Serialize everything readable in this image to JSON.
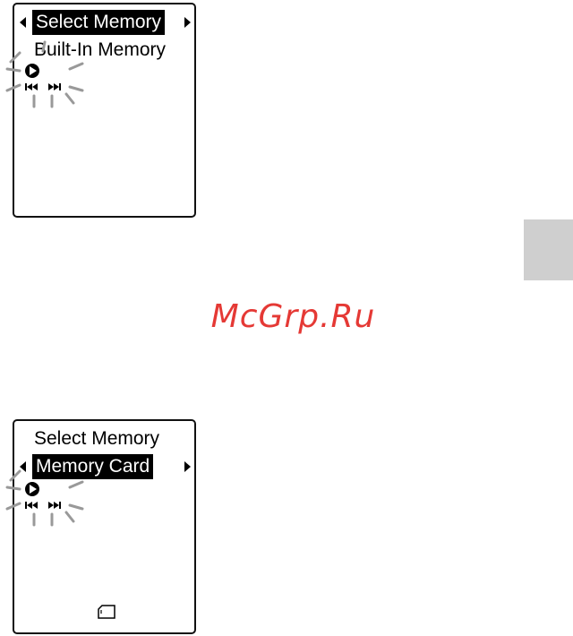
{
  "screen1": {
    "title": "Select Memory",
    "option": "Built-In Memory"
  },
  "screen2": {
    "title": "Select Memory",
    "option": "Memory Card",
    "status_icon": "memory-card-icon"
  },
  "watermark": "McGrp.Ru",
  "colors": {
    "highlight": "#000000",
    "watermark": "#e53935",
    "side_tab": "#cfcfcf"
  },
  "icons": {
    "play": "play-icon",
    "prev": "previous-track-icon",
    "next": "next-track-icon"
  }
}
